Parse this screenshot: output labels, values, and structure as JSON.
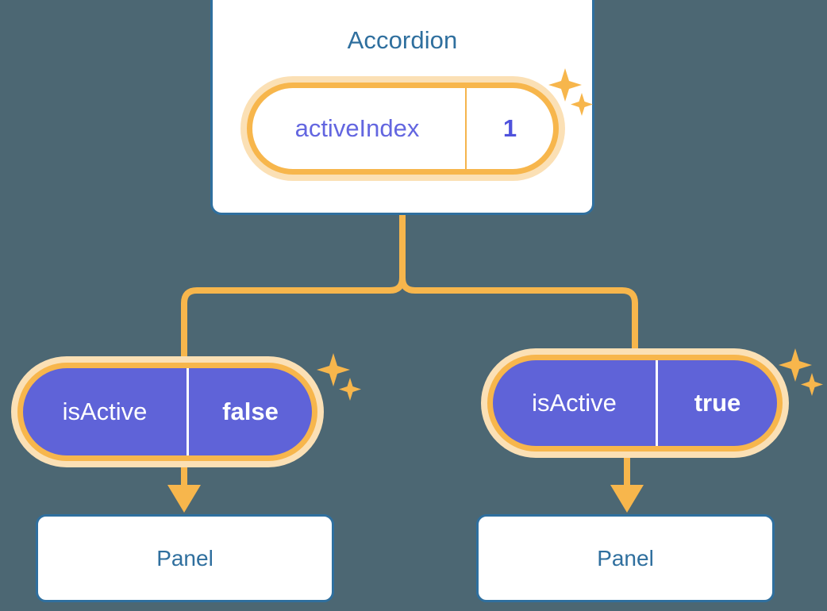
{
  "diagram": {
    "type": "component-tree",
    "background_color": "#4c6773",
    "accent_color": "#f7b64c",
    "node_border_color": "#2f6f9e",
    "state_pill_color": "#5f63d8"
  },
  "accordion": {
    "title": "Accordion",
    "state": {
      "key": "activeIndex",
      "value": "1"
    },
    "sparkle_icon": "sparkle-icon"
  },
  "children": [
    {
      "prop": {
        "key": "isActive",
        "value": "false"
      },
      "panel": {
        "title": "Panel"
      },
      "sparkle_icon": "sparkle-icon",
      "arrow_icon": "arrow-down-icon"
    },
    {
      "prop": {
        "key": "isActive",
        "value": "true"
      },
      "panel": {
        "title": "Panel"
      },
      "sparkle_icon": "sparkle-icon",
      "arrow_icon": "arrow-down-icon"
    }
  ]
}
